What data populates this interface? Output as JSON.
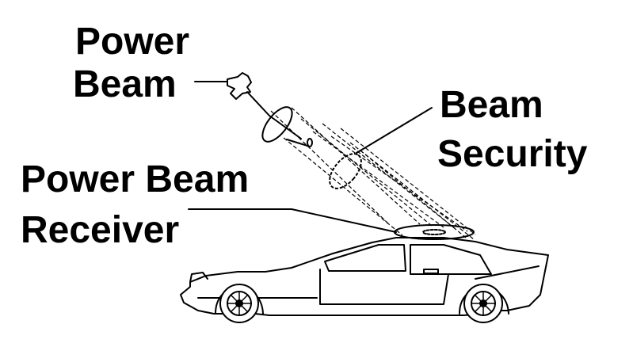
{
  "labels": {
    "power_beam_line1": "Power",
    "power_beam_line2": "Beam",
    "beam_security_line1": "Beam",
    "beam_security_line2": "Security",
    "receiver_line1": "Power Beam",
    "receiver_line2": "Receiver"
  }
}
